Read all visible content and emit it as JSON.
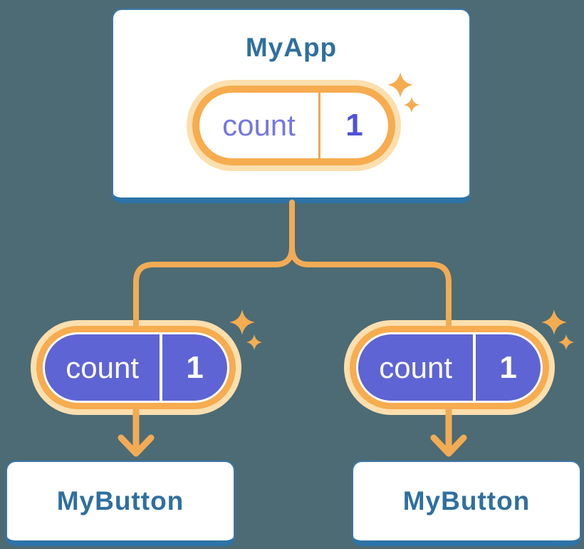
{
  "colors": {
    "bg": "#4C6B74",
    "card-bg": "#FFFFFF",
    "card-border": "#3B78A8",
    "card-border-bottom": "#2D73A8",
    "title": "#2F6F9F",
    "line": "#F2AB55",
    "sparkle": "#F5AC50",
    "pill-glow": "#FCDFAE",
    "pill-ring": "#F6AC4F",
    "pill-purple": "#5E64D3",
    "state-label-purple": "#7477E0",
    "state-value-purple": "#4E52D5",
    "divider-orange": "#F0A94E"
  },
  "icons": {
    "sparkle": "four-point-star"
  },
  "diagram": {
    "root": {
      "title": "MyApp",
      "state": {
        "label": "count",
        "value": "1"
      }
    },
    "children": [
      {
        "title": "MyButton",
        "state": {
          "label": "count",
          "value": "1"
        }
      },
      {
        "title": "MyButton",
        "state": {
          "label": "count",
          "value": "1"
        }
      }
    ]
  }
}
